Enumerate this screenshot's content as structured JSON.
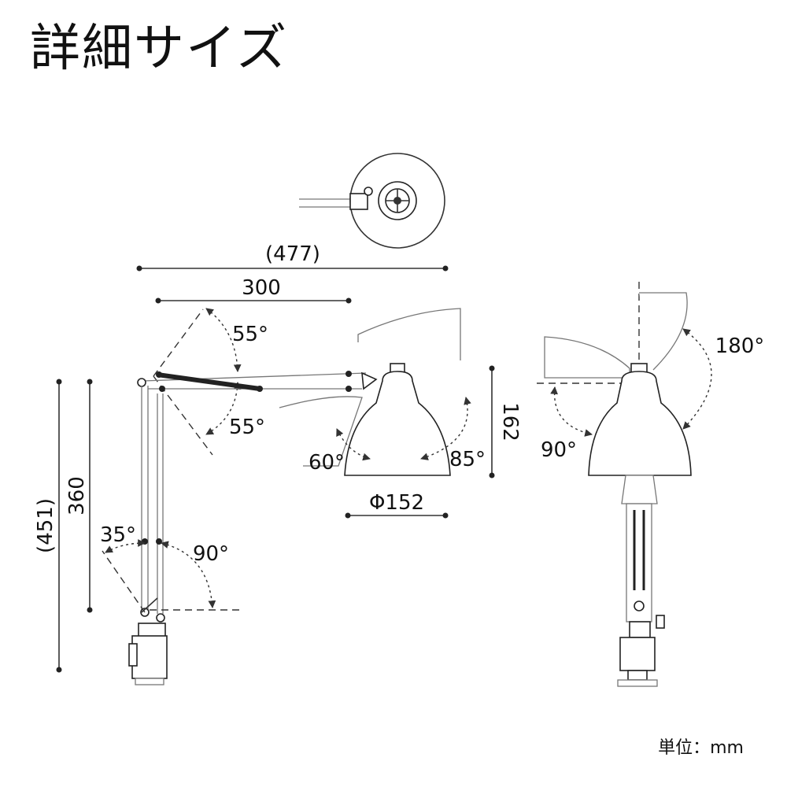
{
  "title": "詳細サイズ",
  "unit_note": "単位：mm",
  "dimensions": {
    "overall_reach": "(477)",
    "arm_length": "300",
    "shade_height": "162",
    "shade_diameter": "Φ152",
    "overall_height": "(451)",
    "pole_height": "360"
  },
  "angles": {
    "upper_arm_up": "55°",
    "upper_arm_down": "55°",
    "shade_tilt_back": "60°",
    "shade_tilt_forward": "85°",
    "pole_tilt_back": "35°",
    "pole_tilt_forward": "90°",
    "shade_swivel": "180°",
    "shade_side_tilt": "90°"
  }
}
